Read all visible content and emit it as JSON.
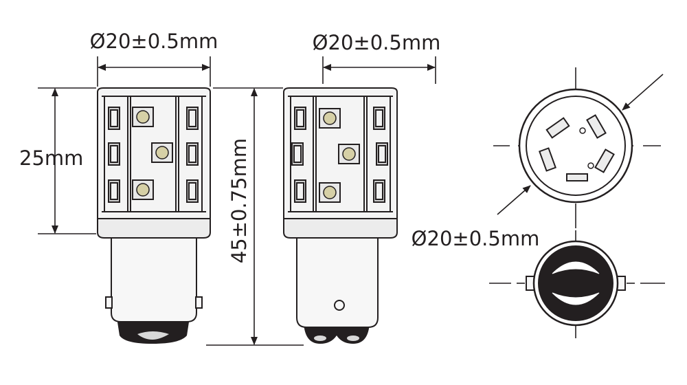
{
  "dimensions": {
    "front_diameter": "Ø20±0.5mm",
    "side_diameter": "Ø20±0.5mm",
    "top_diameter": "Ø20±0.5mm",
    "led_height": "25mm",
    "overall_length": "45±0.75mm"
  },
  "colors": {
    "line": "#231f20",
    "housing": "#f4f4f4",
    "collar": "#ececec",
    "base": "#f7f7f7",
    "led_lens": "#d6d0a6",
    "base_bottom": "#231f20"
  }
}
